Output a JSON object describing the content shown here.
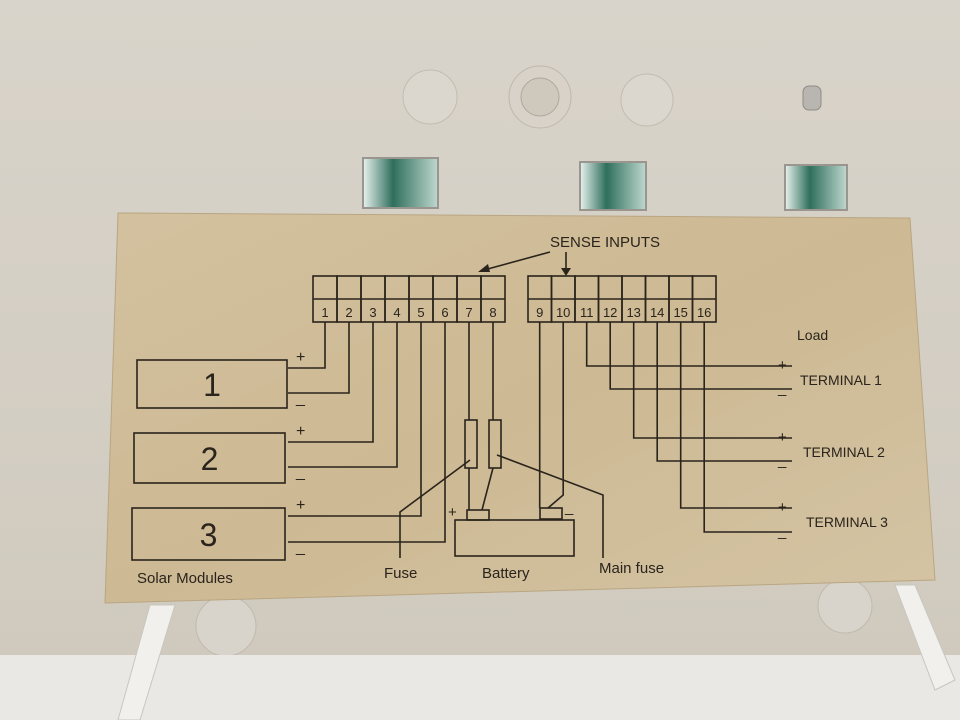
{
  "diagram": {
    "title": "SENSE INPUTS",
    "pins_left": [
      "1",
      "2",
      "3",
      "4",
      "5",
      "6",
      "7",
      "8"
    ],
    "pins_right": [
      "9",
      "10",
      "11",
      "12",
      "13",
      "14",
      "15",
      "16"
    ],
    "modules": [
      "1",
      "2",
      "3"
    ],
    "modules_label": "Solar Modules",
    "plus": "+",
    "minus": "_",
    "load_label": "Load",
    "terminals": [
      "TERMINAL 1",
      "TERMINAL 2",
      "TERMINAL 3"
    ],
    "fuse_label": "Fuse",
    "battery_label": "Battery",
    "main_fuse_label": "Main fuse"
  },
  "colors": {
    "panel": "#d6d0c6",
    "paper": "#cfbc98",
    "ink": "#2a241c"
  }
}
